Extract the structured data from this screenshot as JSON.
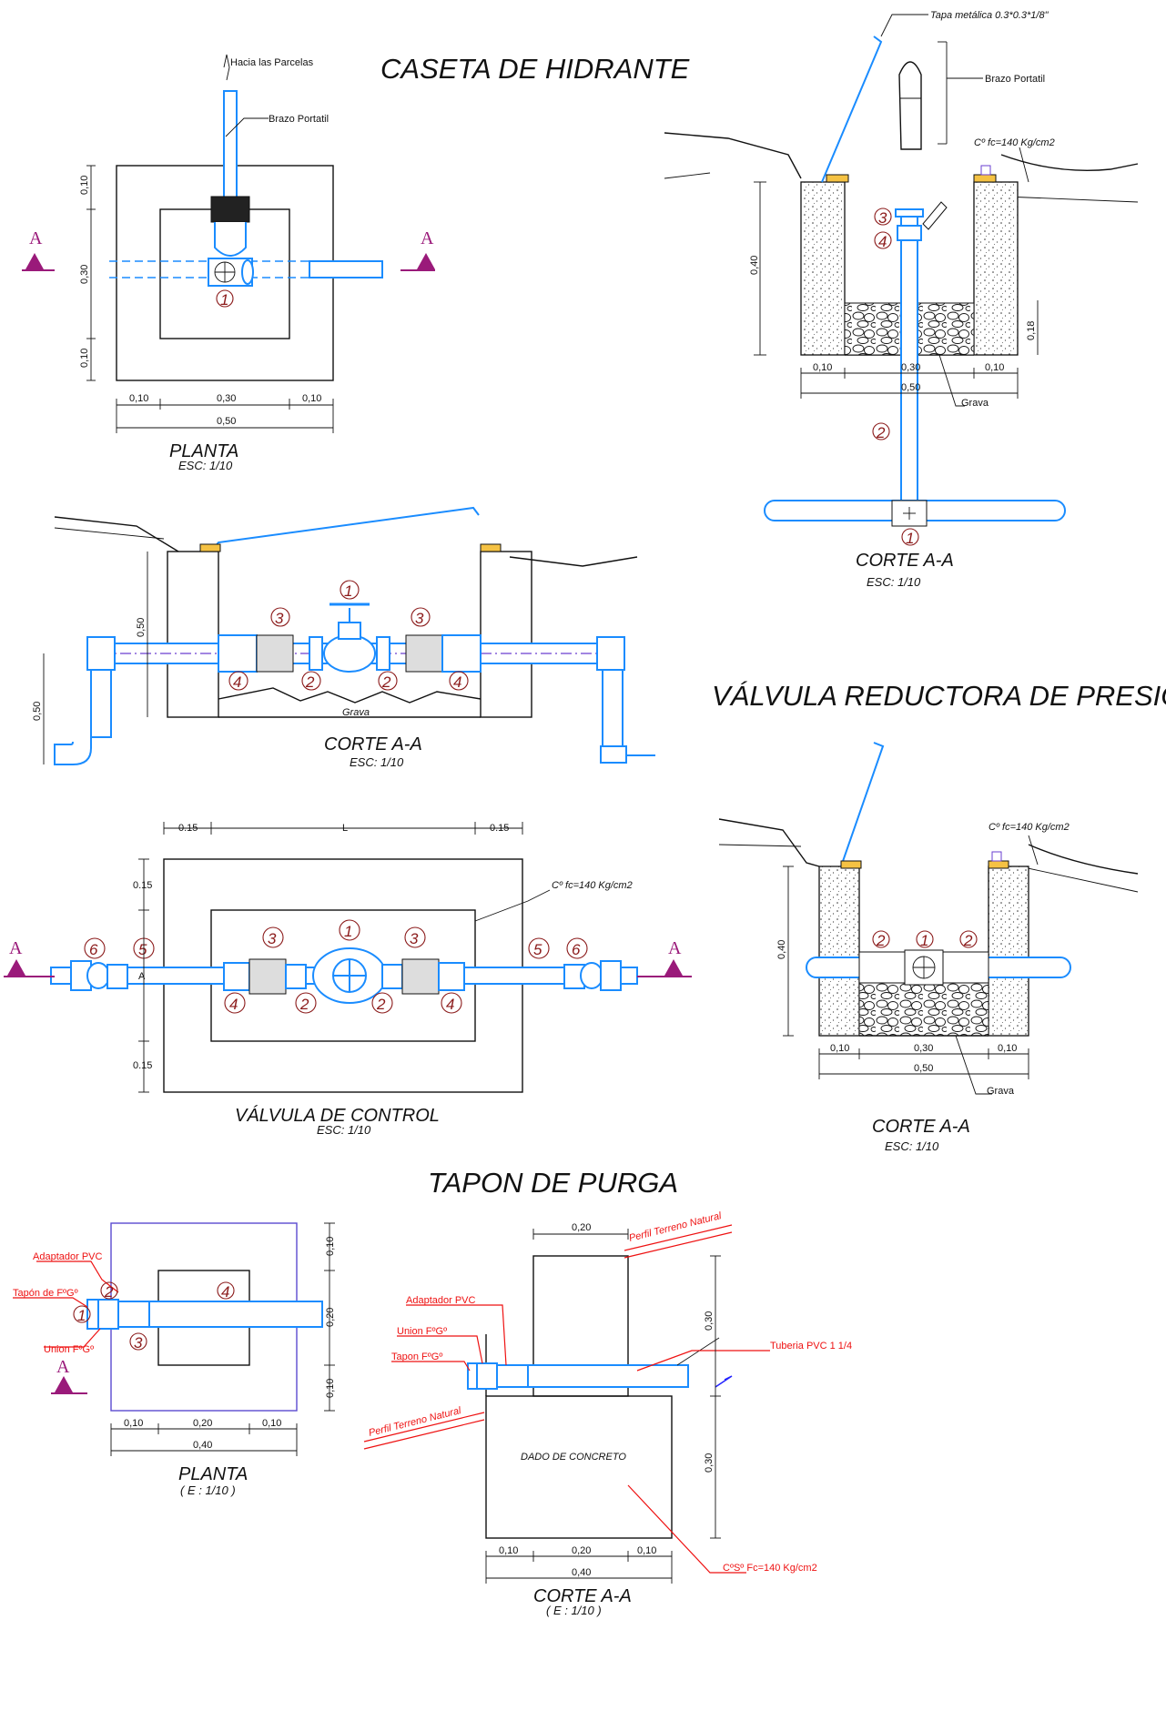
{
  "titles": {
    "caseta": "CASETA DE HIDRANTE",
    "valvula_reductora": "VÁLVULA REDUCTORA DE PRESIÓN",
    "valvula_control": "VÁLVULA DE CONTROL",
    "tapon_purga": "TAPON DE PURGA"
  },
  "views": {
    "planta": "PLANTA",
    "corte": "CORTE A-A",
    "esc": "ESC: 1/10",
    "e_scale": "( E : 1/10 )"
  },
  "section_marker": "A",
  "dims": {
    "d010": "0,10",
    "d030": "0,30",
    "d050": "0,50",
    "d040": "0,40",
    "d020": "0,20",
    "d018": "0,18",
    "d015": "0.15",
    "dL": "L",
    "d050b": "0,50",
    "dA": "A"
  },
  "labels": {
    "hacia_parcelas": "Hacia las Parcelas",
    "brazo_portatil": "Brazo Portatil",
    "tapa_metalica": "Tapa metálica 0.3*0.3*1/8\"",
    "concreto_140": "Cº fc=140 Kg/cm2",
    "grava": "Grava",
    "adaptador_pvc": "Adaptador PVC",
    "tapon_fg": "Tapón de FºGº",
    "union_fg": "Union FºGº",
    "union_fg2": "Union FºGº",
    "tapon_fg2": "Tapon FºGº",
    "adaptador_pvc2": "Adaptador PVC",
    "tuberia_pvc": "Tuberia PVC  1 1/4",
    "dado_concreto": "DADO DE CONCRETO",
    "cs_concreto": "CºSº Fc=140 Kg/cm2",
    "perfil_terreno": "Perfil Terreno Natural"
  },
  "numbers": {
    "n1": "1",
    "n2": "2",
    "n3": "3",
    "n4": "4",
    "n5": "5",
    "n6": "6"
  },
  "colors": {
    "pipe": "#1a8cff",
    "marker": "#9a1a7a",
    "callout": "#8b1a1a",
    "note_red": "#ee1111"
  }
}
